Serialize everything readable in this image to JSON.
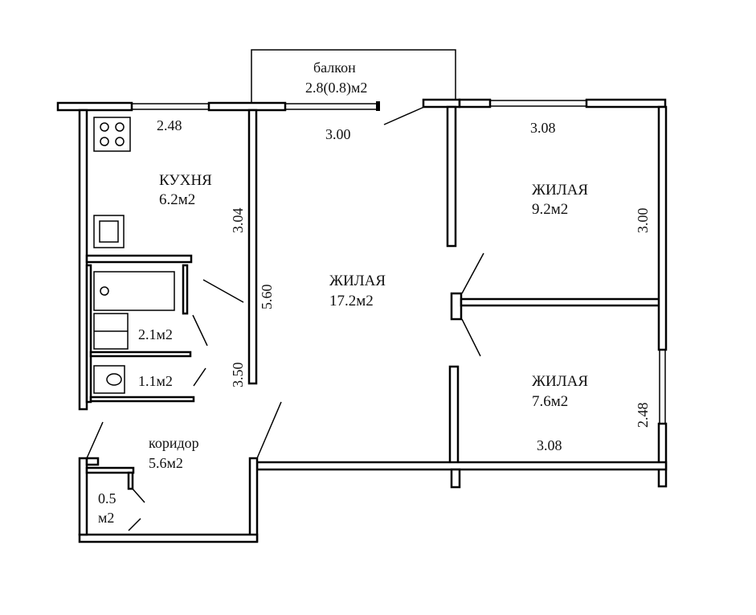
{
  "balcony": {
    "name": "балкон",
    "area": "2.8(0.8)м2"
  },
  "kitchen": {
    "name": "КУХНЯ",
    "area": "6.2м2",
    "width": "2.48",
    "depth": "3.04"
  },
  "living_main": {
    "name": "ЖИЛАЯ",
    "area": "17.2м2",
    "width": "3.00",
    "depth": "5.60"
  },
  "bedroom_top": {
    "name": "ЖИЛАЯ",
    "area": "9.2м2",
    "width": "3.08",
    "depth": "3.00"
  },
  "bedroom_bottom": {
    "name": "ЖИЛАЯ",
    "area": "7.6м2",
    "width": "3.08",
    "depth": "2.48"
  },
  "bathroom": {
    "area": "2.1м2"
  },
  "toilet": {
    "area": "1.1м2"
  },
  "hall_dim": "3.50",
  "corridor": {
    "name": "коридор",
    "area": "5.6м2"
  },
  "closet": {
    "area_value": "0.5",
    "area_unit": "м2"
  }
}
